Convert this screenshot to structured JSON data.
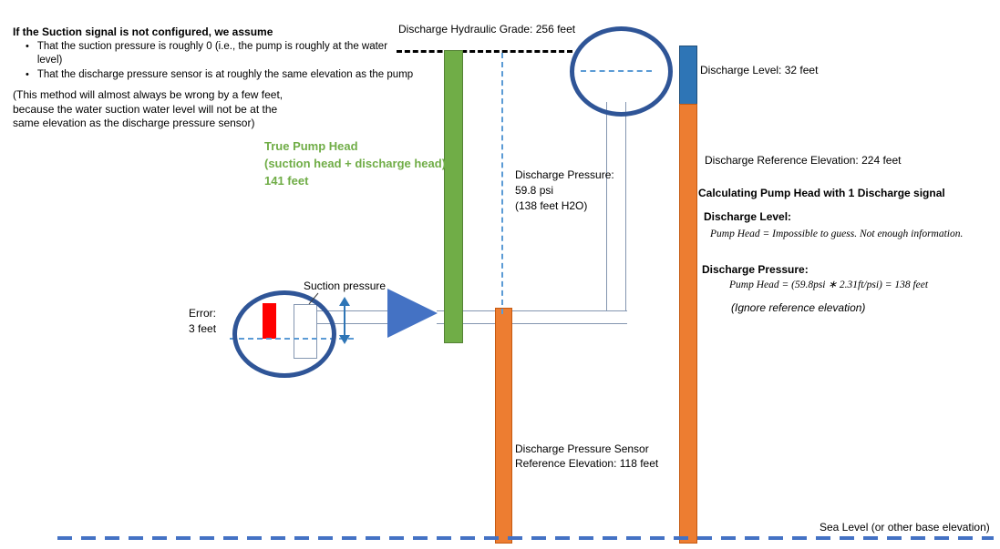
{
  "colors": {
    "true_head_green": "#70AD47",
    "reference_orange": "#ED7D31",
    "discharge_level_blue": "#2E75B6",
    "pump_triangle_blue": "#4472C4",
    "dashed_water_blue": "#5B9BD5",
    "sea_level_blue": "#4472C4",
    "ellipse_navy": "#2F5597",
    "error_red": "#FF0000",
    "grade_line_black": "#000000"
  },
  "assumption": {
    "title": "If the Suction signal is not configured, we assume",
    "bullet1": "That the suction pressure is roughly 0 (i.e., the pump is roughly at the water level)",
    "bullet2": "That the discharge pressure sensor is at roughly the same elevation as the pump",
    "bullet_glyph": "•",
    "caveat": "(This method will almost always be wrong by a few feet,\nbecause the water suction water level will not be at the\nsame elevation as the discharge pressure sensor)"
  },
  "labels": {
    "hydraulic_grade": "Discharge Hydraulic Grade: 256 feet",
    "true_pump_head": "True Pump Head\n(suction head + discharge head):\n141 feet",
    "discharge_pressure": "Discharge Pressure:\n59.8 psi\n(138 feet H2O)",
    "suction_pressure": "Suction pressure",
    "error": "Error:\n3 feet",
    "sensor_reference": "Discharge Pressure Sensor\nReference Elevation: 118 feet",
    "discharge_level": "Discharge Level: 32 feet",
    "discharge_reference_elevation": "Discharge Reference Elevation: 224 feet",
    "sea_level": "Sea Level (or other base elevation)"
  },
  "calculation": {
    "title": "Calculating Pump Head with 1 Discharge signal",
    "level_label": "Discharge Level:",
    "level_formula": "Pump Head = Impossible to guess. Not enough information.",
    "pressure_label": "Discharge Pressure:",
    "pressure_formula": "Pump Head = (59.8psi ∗ 2.31ft/psi)  = 138 feet",
    "ignore_note": "(Ignore reference elevation)"
  }
}
